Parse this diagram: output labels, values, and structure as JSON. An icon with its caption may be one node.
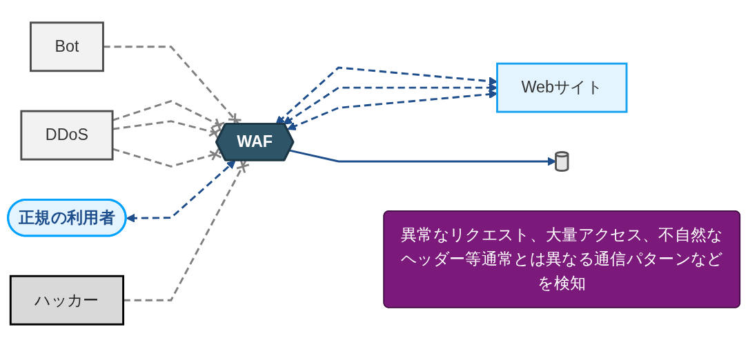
{
  "diagram": {
    "nodes": [
      {
        "text": [
          "Bot"
        ]
      },
      {
        "text": [
          "DDoS"
        ]
      },
      {
        "text": [
          "異常なリクエスト、大量アクセス、不自然なヘッダー等通常とは異なる通信パターンなどを検知"
        ]
      },
      {
        "text": [
          "WAF"
        ]
      },
      {
        "text": [
          "正規の利用者"
        ]
      },
      {
        "text": [
          "Webサイト"
        ]
      },
      {
        "text": [
          "ハッカー"
        ]
      },
      {
        "text": [],
        "shape": "cylinder"
      }
    ],
    "edges": [
      {
        "from": 0,
        "to": 3,
        "arrow": "other",
        "style": "dashed",
        "color": "#808080"
      },
      {
        "from": 1,
        "to": 3,
        "arrow": "other",
        "style": "dashed",
        "color": "#808080"
      },
      {
        "from": 1,
        "to": 3,
        "arrow": "other",
        "style": "dashed",
        "color": "#808080"
      },
      {
        "from": 1,
        "to": 3,
        "arrow": "other",
        "style": "dashed",
        "color": "#808080"
      },
      {
        "from": 4,
        "to": 3,
        "arrow": "both",
        "style": "dashed",
        "color": "#1f4e8c"
      },
      {
        "from": 3,
        "to": 5,
        "arrow": "both",
        "style": "dashed",
        "color": "#1f4e8c"
      },
      {
        "from": 3,
        "to": 5,
        "arrow": "both",
        "style": "dashed",
        "color": "#1f4e8c"
      },
      {
        "from": 3,
        "to": 5,
        "arrow": "both",
        "style": "dashed",
        "color": "#1f4e8c"
      },
      {
        "from": 6,
        "to": 3,
        "arrow": "other",
        "style": "dashed",
        "color": "#808080"
      },
      {
        "from": 3,
        "to": 7,
        "arrow": "to",
        "color": "#1f4e8c"
      }
    ]
  }
}
